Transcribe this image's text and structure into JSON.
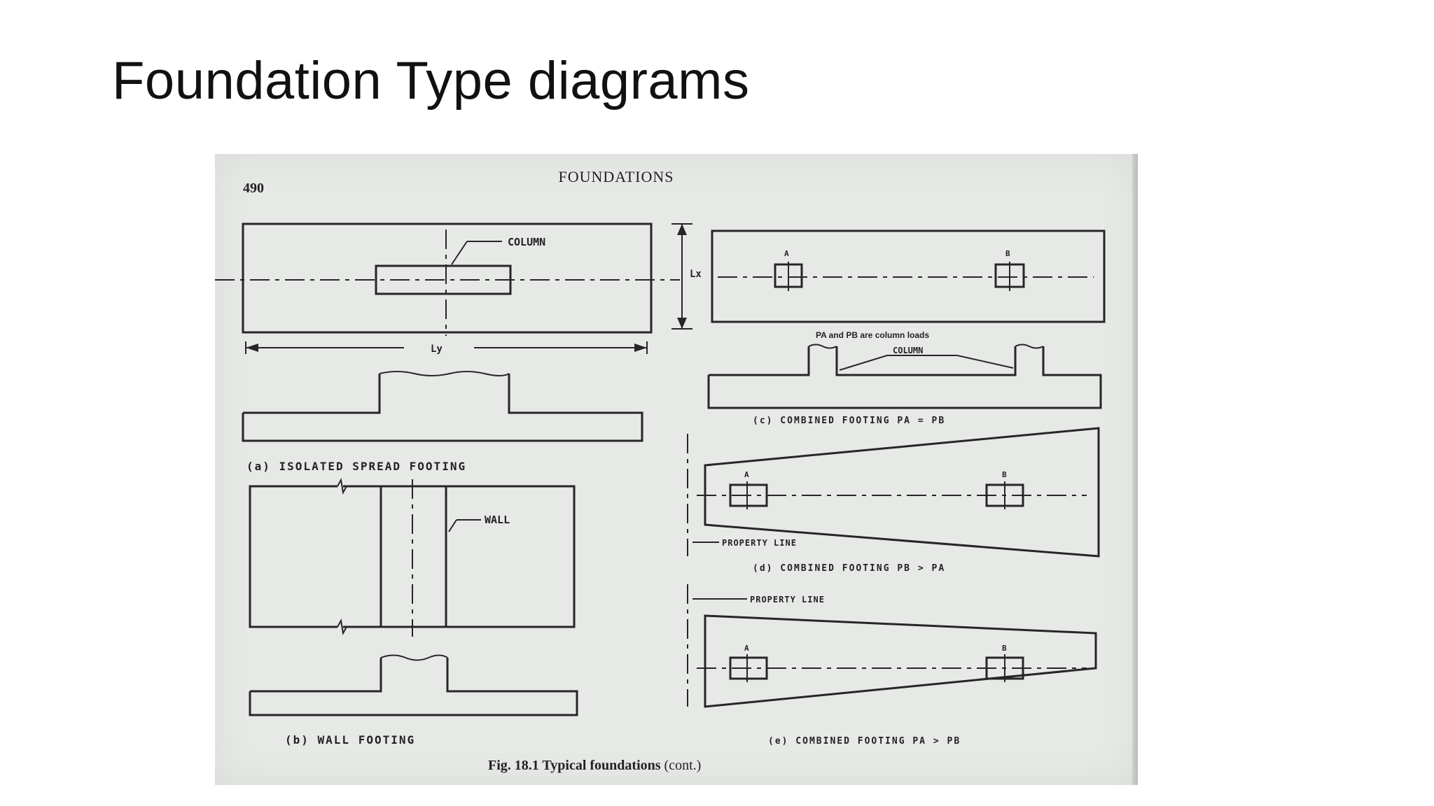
{
  "slide": {
    "title": "Foundation Type diagrams"
  },
  "page": {
    "number": "490",
    "header": "FOUNDATIONS",
    "figure_caption_bold": "Fig. 18.1  Typical foundations",
    "figure_caption_rest": " (cont.)"
  },
  "diagram_a": {
    "column_label": "COLUMN",
    "dim_lx": "Lx",
    "dim_ly": "Ly",
    "caption": "(a)  ISOLATED SPREAD FOOTING"
  },
  "diagram_b": {
    "wall_label": "WALL",
    "caption": "(b)  WALL  FOOTING"
  },
  "diagram_c": {
    "column_a": "A",
    "column_b": "B",
    "loads_note": "PA and PB are column loads",
    "column_label": "COLUMN",
    "caption": "(c)  COMBINED  FOOTING  PA = PB"
  },
  "diagram_d": {
    "column_a": "A",
    "column_b": "B",
    "property_line": "PROPERTY  LINE",
    "caption": "(d)  COMBINED  FOOTING  PB > PA"
  },
  "diagram_e": {
    "column_a": "A",
    "column_b": "B",
    "property_line": "PROPERTY  LINE",
    "caption": "(e)  COMBINED  FOOTING  PA > PB"
  }
}
